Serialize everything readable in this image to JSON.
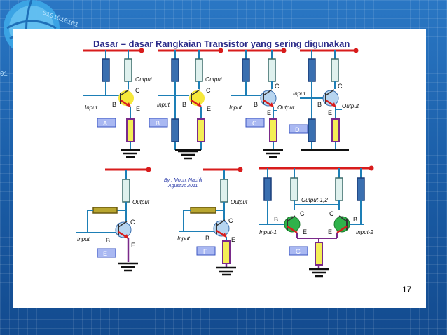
{
  "slide": {
    "title": "Dasar – dasar Rangkaian Transistor yang sering digunakan",
    "author_line1": "By : Moch. Nachli",
    "author_line2": "Agustus 2011",
    "page_number": "17"
  },
  "labels": {
    "output": "Output",
    "input": "Input",
    "b": "B",
    "c": "C",
    "e": "E",
    "output12": "Output-1,2",
    "input1": "Input-1",
    "input2": "Input-2"
  },
  "circuits": [
    "A",
    "B",
    "C",
    "D",
    "E",
    "F",
    "G"
  ],
  "logo_text": "0101010101"
}
